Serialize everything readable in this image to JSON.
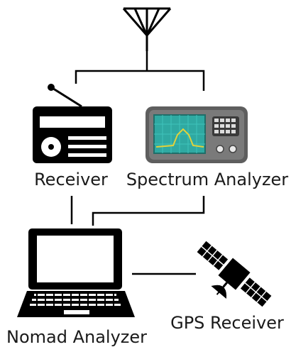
{
  "nodes": {
    "antenna": {
      "label": ""
    },
    "receiver": {
      "label": "Receiver"
    },
    "spectrum_analyzer": {
      "label": "Spectrum Analyzer"
    },
    "nomad_analyzer": {
      "label": "Nomad Analyzer"
    },
    "gps_receiver": {
      "label": "GPS Receiver"
    }
  },
  "colors": {
    "line": "#000000",
    "scope_body": "#6b6b6b",
    "scope_screen": "#2fa9a2",
    "scope_trace": "#e2d23a"
  }
}
